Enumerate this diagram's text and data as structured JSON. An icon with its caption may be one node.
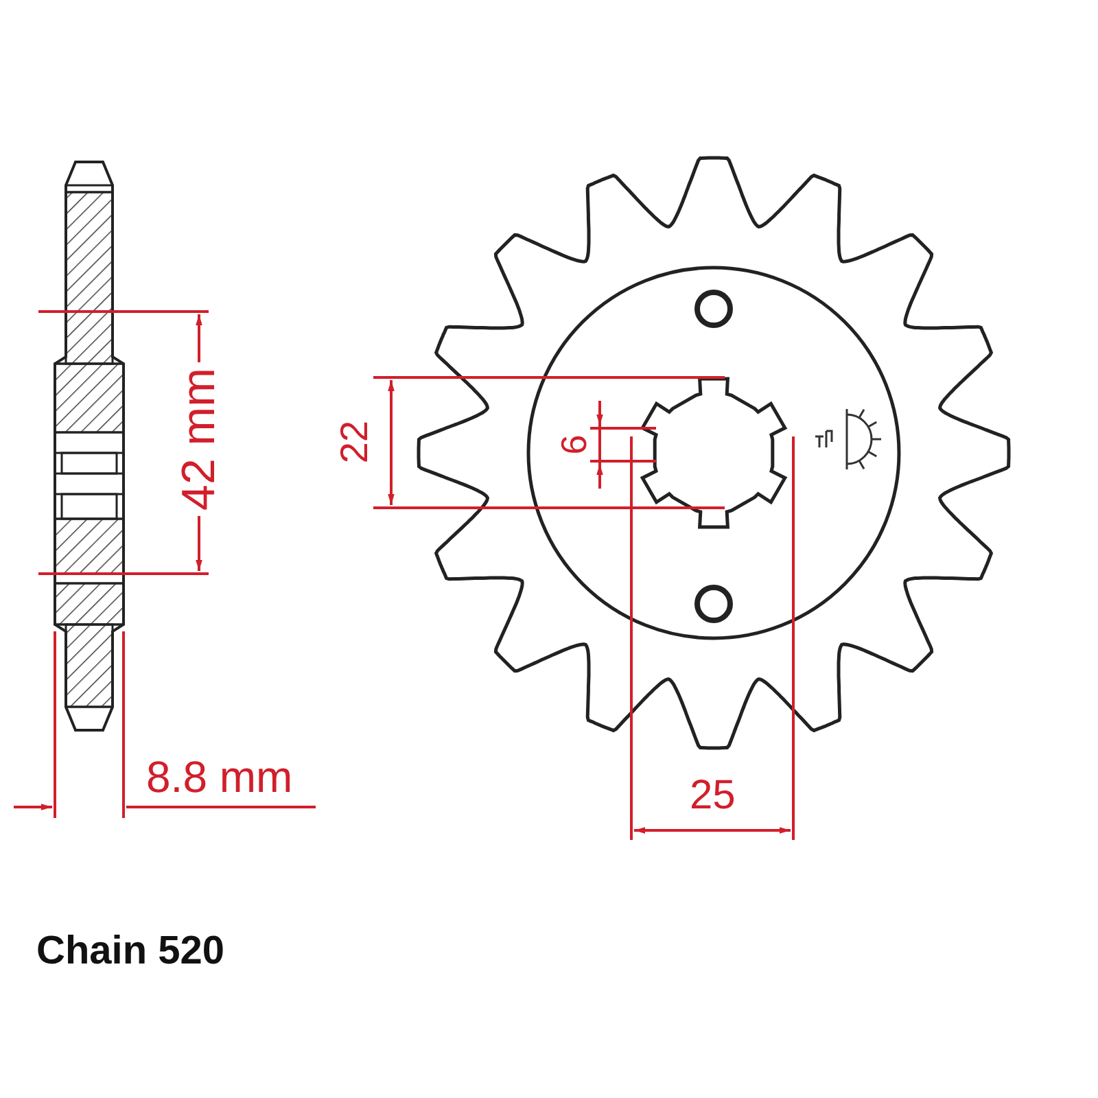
{
  "diagram": {
    "labels": [
      "42 mm",
      "22",
      "6",
      "8.8 mm",
      "25",
      "Chain 520"
    ]
  }
}
